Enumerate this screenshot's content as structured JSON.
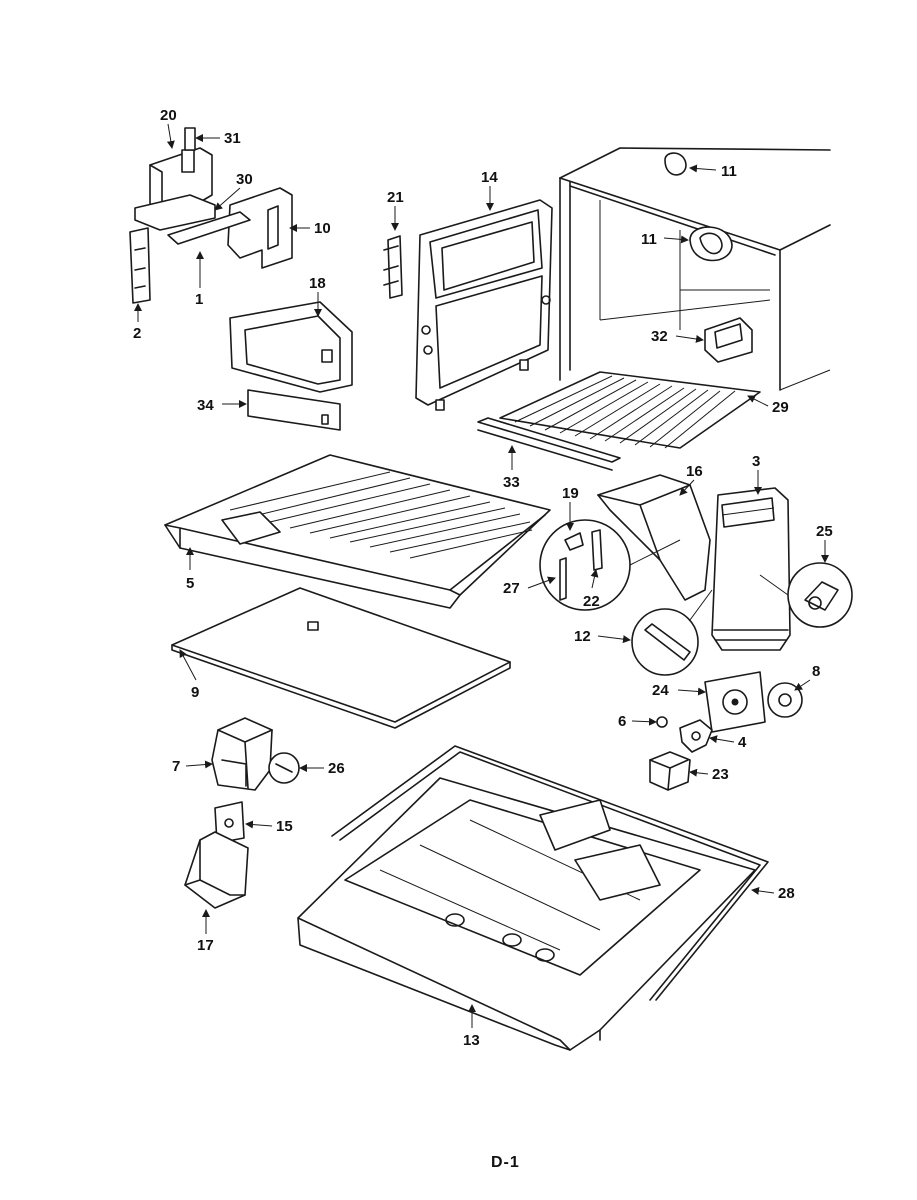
{
  "page": {
    "code": "D-1"
  },
  "callouts": {
    "c20": "20",
    "c31": "31",
    "c30": "30",
    "c10": "10",
    "c1": "1",
    "c2": "2",
    "c21": "21",
    "c14": "14",
    "c11a": "11",
    "c11b": "11",
    "c32": "32",
    "c18": "18",
    "c34": "34",
    "c29": "29",
    "c33": "33",
    "c16": "16",
    "c3": "3",
    "c19": "19",
    "c25": "25",
    "c27": "27",
    "c22": "22",
    "c5": "5",
    "c12": "12",
    "c9": "9",
    "c24": "24",
    "c8": "8",
    "c6": "6",
    "c4": "4",
    "c7": "7",
    "c26": "26",
    "c23": "23",
    "c15": "15",
    "c28": "28",
    "c17": "17",
    "c13": "13"
  }
}
